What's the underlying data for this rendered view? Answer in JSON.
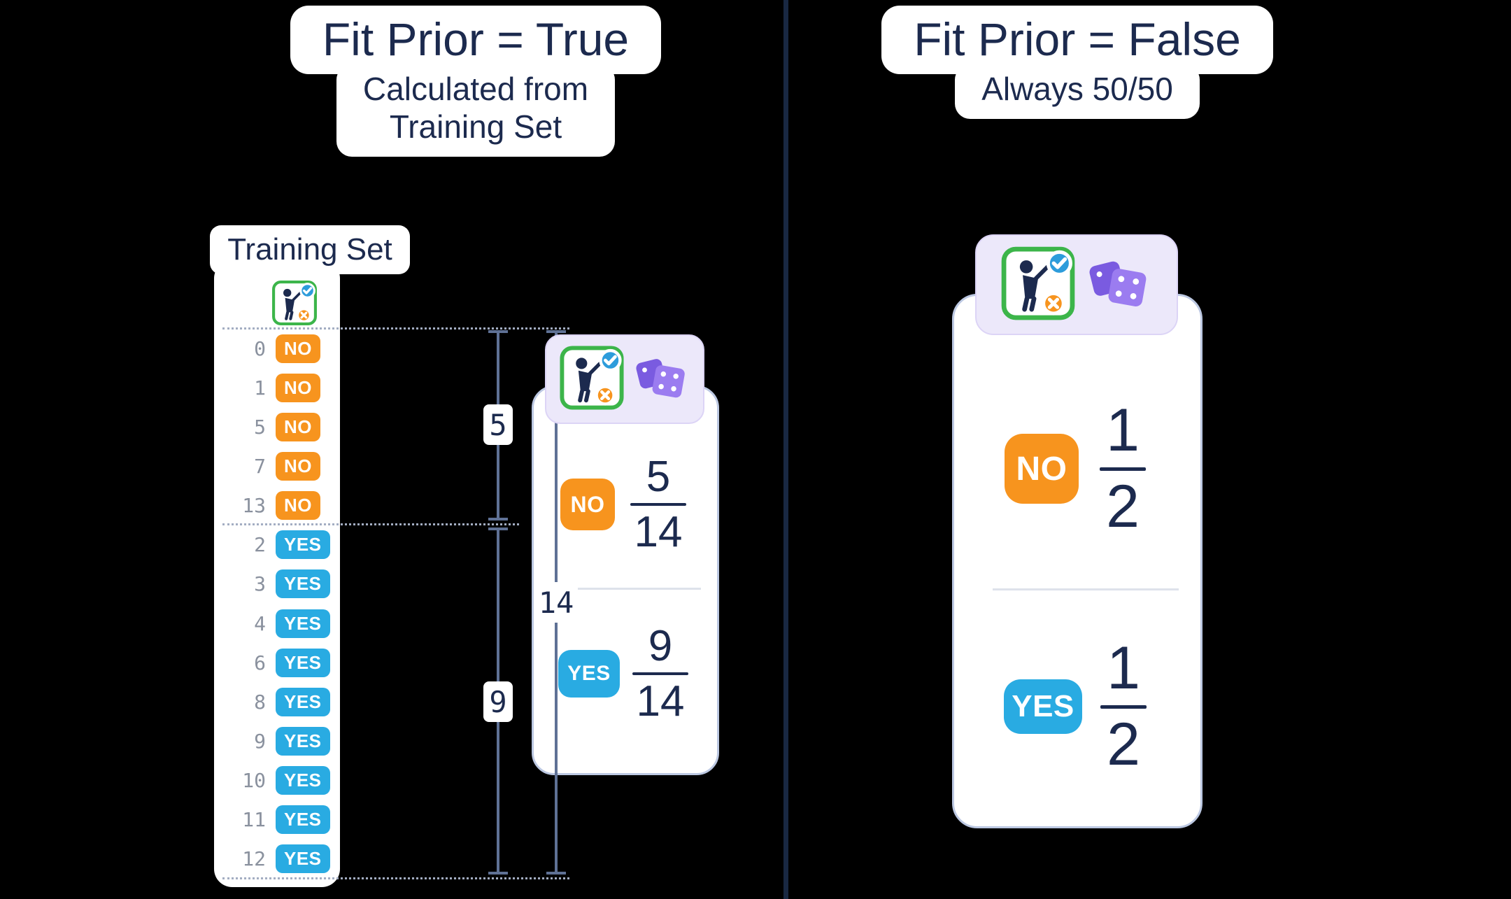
{
  "left": {
    "title": "Fit Prior = True",
    "subtitle_line1": "Calculated from",
    "subtitle_line2": "Training Set",
    "training_set": {
      "label": "Training Set",
      "rows": [
        {
          "index": "0",
          "label": "NO"
        },
        {
          "index": "1",
          "label": "NO"
        },
        {
          "index": "5",
          "label": "NO"
        },
        {
          "index": "7",
          "label": "NO"
        },
        {
          "index": "13",
          "label": "NO"
        },
        {
          "index": "2",
          "label": "YES"
        },
        {
          "index": "3",
          "label": "YES"
        },
        {
          "index": "4",
          "label": "YES"
        },
        {
          "index": "6",
          "label": "YES"
        },
        {
          "index": "8",
          "label": "YES"
        },
        {
          "index": "9",
          "label": "YES"
        },
        {
          "index": "10",
          "label": "YES"
        },
        {
          "index": "11",
          "label": "YES"
        },
        {
          "index": "12",
          "label": "YES"
        }
      ],
      "no_count": "5",
      "yes_count": "9",
      "total_count": "14"
    },
    "result_card": {
      "no_label": "NO",
      "no_numerator": "5",
      "no_denominator": "14",
      "yes_label": "YES",
      "yes_numerator": "9",
      "yes_denominator": "14"
    }
  },
  "right": {
    "title": "Fit Prior = False",
    "subtitle": "Always 50/50",
    "result_card": {
      "no_label": "NO",
      "no_numerator": "1",
      "no_denominator": "2",
      "yes_label": "YES",
      "yes_numerator": "1",
      "yes_denominator": "2"
    }
  },
  "icons": {
    "classifier": "golf-swing-classifier-icon",
    "dice": "purple-dice-icon",
    "chevron": "double-chevron-right-icon"
  },
  "colors": {
    "no_badge": "#F7941E",
    "yes_badge": "#29ABE2",
    "navy_text": "#1C2A4E",
    "dice_purple": "#8B6CE8",
    "classifier_green": "#3CB54A",
    "check_blue": "#2D9CDB",
    "lavender": "#ECE8FA",
    "card_border": "#BCC8E2",
    "bracket": "#5F7195",
    "background": "#000000"
  }
}
